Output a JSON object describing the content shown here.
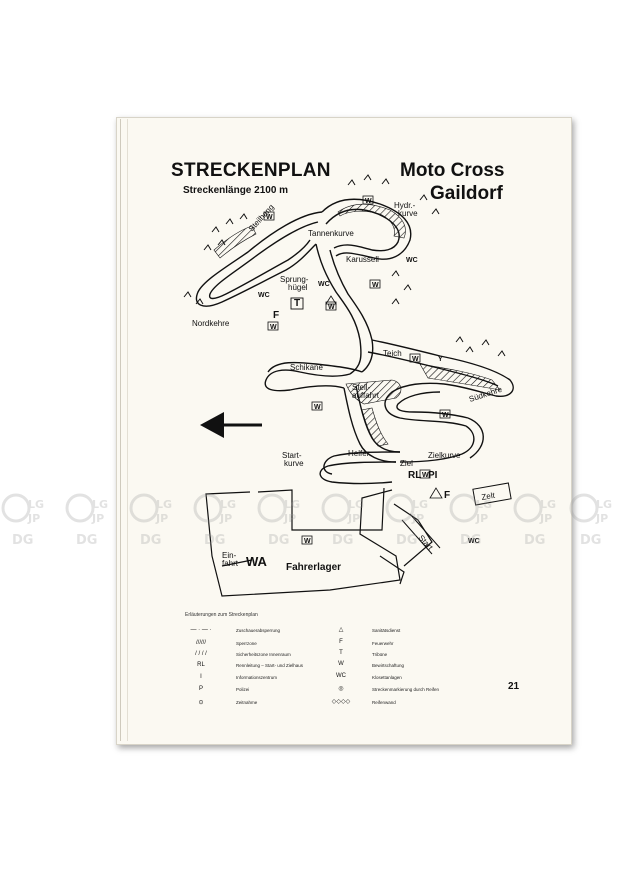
{
  "doc": {
    "title": "STRECKENPLAN",
    "length": "Streckenlänge 2100 m",
    "brand_line1": "Moto Cross",
    "brand_line2": "Gaildorf",
    "page_number": "21"
  },
  "map_labels": {
    "steilhang": "Steilhang",
    "tannenkurve": "Tannenkurve",
    "hydr_kurve_1": "Hydr.-",
    "hydr_kurve_2": "kurve",
    "karussell": "Karussell",
    "sprung_1": "Sprung-",
    "sprung_2": "hügel",
    "nordkehre": "Nordkehre",
    "schikane": "Schikane",
    "teich": "Teich",
    "steil_1": "Steil-",
    "steil_2": "auffahrt",
    "suedkehre": "Südkehre",
    "start_1": "Start-",
    "start_2": "kurve",
    "helfer": "Helfer",
    "zielkurve": "Zielkurve",
    "ziel": "Ziel",
    "zelt": "Zelt",
    "start_road": "Start",
    "einfahrt_1": "Ein-",
    "einfahrt_2": "fahrt",
    "wa": "WA",
    "fahrerlager": "Fahrerlager",
    "rl": "RL",
    "pi": "PI",
    "f": "F",
    "t": "T",
    "w": "W",
    "wc": "WC",
    "y": "Y"
  },
  "watermark": {
    "line1": "LG",
    "line2": "JP",
    "line3": "DG"
  },
  "legend": {
    "title": "Erläuterungen zum Streckenplan",
    "items": [
      {
        "symbol": "— · — ·",
        "text": "Zuschauerabsperrung"
      },
      {
        "symbol": "//////",
        "text": "Sperrzone"
      },
      {
        "symbol": "/ / / /",
        "text": "Sicherheitszone Innenraum"
      },
      {
        "symbol": "RL",
        "text": "Rennleitung – Start- und Zielhaus"
      },
      {
        "symbol": "I",
        "text": "Informationszentrum"
      },
      {
        "symbol": "P",
        "text": "Polizei"
      },
      {
        "symbol": "⊙",
        "text": "Zeitnahme"
      },
      {
        "symbol": "△",
        "text": "Sanitätsdienst"
      },
      {
        "symbol": "F",
        "text": "Feuerwehr"
      },
      {
        "symbol": "T",
        "text": "Tribüne"
      },
      {
        "symbol": "W",
        "text": "Bewirtschaftung"
      },
      {
        "symbol": "WC",
        "text": "Klosettanlagen"
      },
      {
        "symbol": "◎",
        "text": "Streckenmarkierung durch Reifen"
      },
      {
        "symbol": "◇◇◇◇",
        "text": "Reifenwand"
      }
    ]
  },
  "colors": {
    "ink": "#111111",
    "paper": "#fbf9f2",
    "watermark": "#9a9a9a"
  }
}
